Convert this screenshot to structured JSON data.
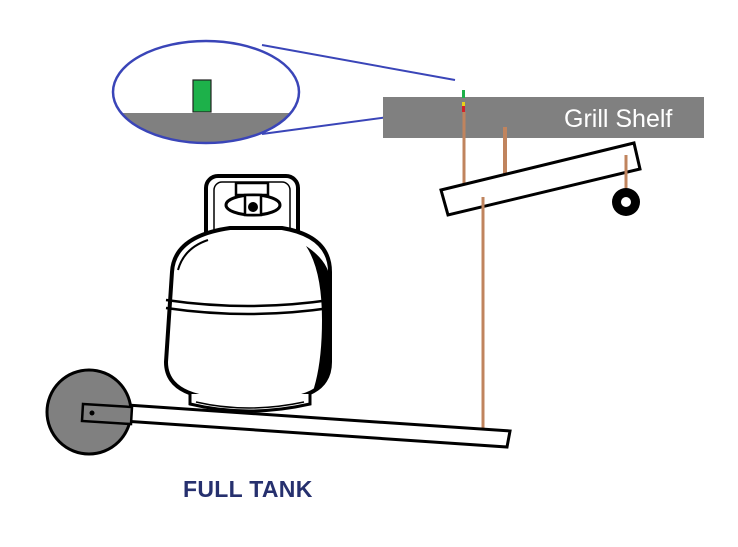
{
  "diagram": {
    "shelf_label": "Grill Shelf",
    "caption": "FULL TANK",
    "indicator_state": "green",
    "colors": {
      "shelf": "#808080",
      "callout_outline": "#3a45b8",
      "rod": "#c0845e",
      "indicator_green": "#1db14a",
      "indicator_yellow": "#e8d21a",
      "indicator_red": "#d2232a",
      "caption_text": "#26306e"
    }
  }
}
